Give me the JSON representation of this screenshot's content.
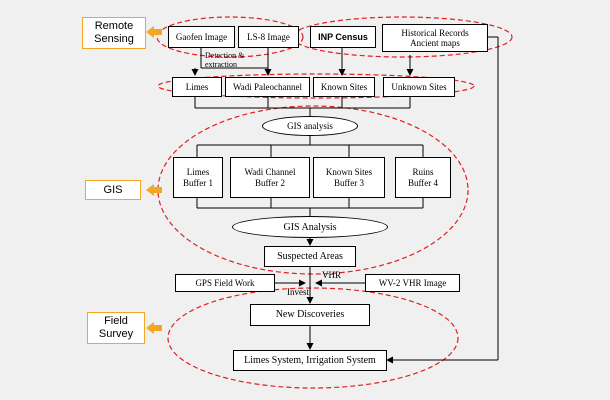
{
  "sections": {
    "remote_sensing": "Remote\nSensing",
    "gis": "GIS",
    "field_survey": "Field\nSurvey"
  },
  "nodes": {
    "gaofen": "Gaofen Image",
    "ls8": "LS-8  Image",
    "inp_census": "INP Census",
    "historical": "Historical Records\nAncient maps",
    "limes": "Limes",
    "wadi_paleochannel": "Wadi Paleochannel",
    "known_sites": "Known Sites",
    "unknown_sites": "Unknown  Sites",
    "gis_analysis_top": "GIS analysis",
    "limes_buffer": "Limes\nBuffer 1",
    "wadi_buffer": "Wadi Channel\nBuffer 2",
    "known_buffer": "Known Sites\nBuffer  3",
    "ruins_buffer": "Ruins\nBuffer 4",
    "gis_analysis_bottom": "GIS  Analysis",
    "suspected": "Suspected Areas",
    "gps": "GPS Field Work",
    "wv2": "WV-2 VHR Image",
    "new_discoveries": "New Discoveries",
    "limes_system": "Limes System, Irrigation  System"
  },
  "notes": {
    "detection": "Detection &\nextraction",
    "vhr": "VHR",
    "invest": "Invest."
  },
  "colors": {
    "ellipse": "#e02020",
    "arrow": "#f5a623",
    "line": "#000000"
  }
}
